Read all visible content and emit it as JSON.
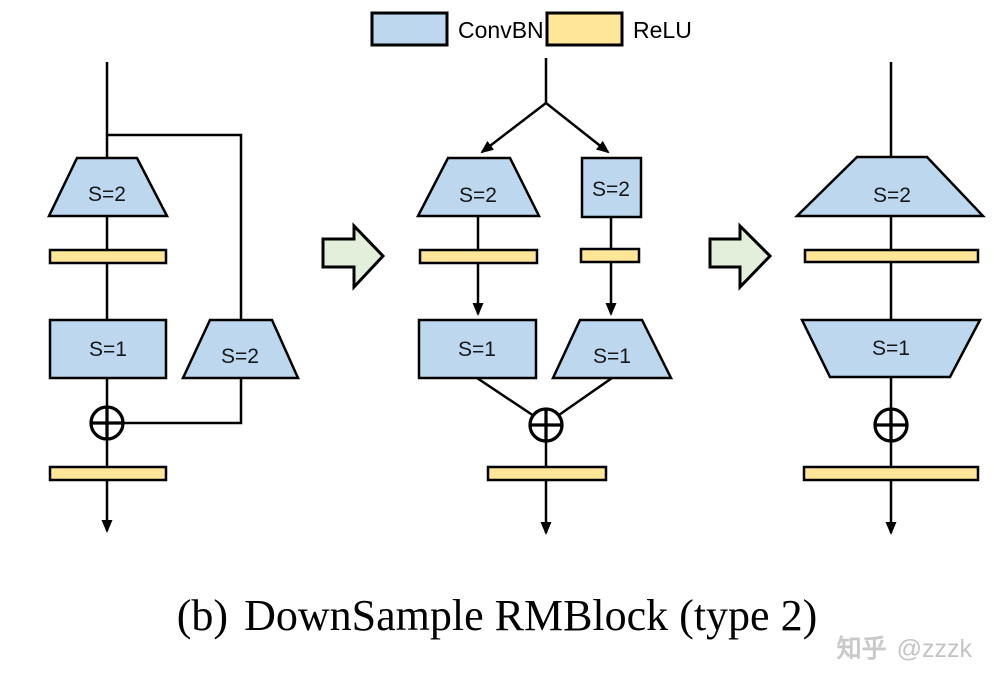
{
  "legend": {
    "items": [
      {
        "label": "ConvBN",
        "color": "#BDD7EE"
      },
      {
        "label": "ReLU",
        "color": "#FFE699"
      }
    ]
  },
  "colors": {
    "convbn_fill": "#BDD7EE",
    "relu_fill": "#FFE699",
    "transform_arrow_fill": "#E2EFDA",
    "line": "#000000"
  },
  "diagrams": {
    "original": {
      "conv_s2": "S=2",
      "conv_s1": "S=1",
      "shortcut_s2": "S=2"
    },
    "intermediate": {
      "conv_s2_left": "S=2",
      "conv_s2_right": "S=2",
      "conv_s1_left": "S=1",
      "conv_s1_right": "S=1"
    },
    "merged": {
      "conv_s2": "S=2",
      "conv_s1": "S=1"
    }
  },
  "caption": {
    "index": "(b)",
    "title": "DownSample RMBlock (type 2)"
  },
  "watermark": {
    "site": "知乎",
    "username": "@zzzk"
  }
}
